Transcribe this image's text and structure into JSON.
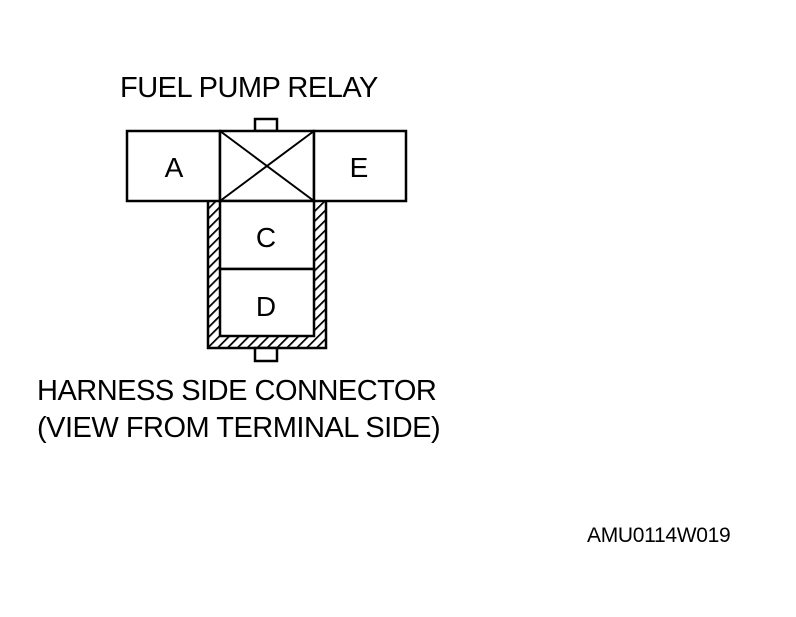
{
  "relay_title": "FUEL PUMP RELAY",
  "terminals": {
    "a": "A",
    "e": "E",
    "c": "C",
    "d": "D"
  },
  "caption": {
    "line1": "HARNESS SIDE CONNECTOR",
    "line2": "(VIEW FROM TERMINAL SIDE)"
  },
  "figure_id": "AMU0114W019",
  "colors": {
    "line": "#000000",
    "background": "#ffffff"
  }
}
